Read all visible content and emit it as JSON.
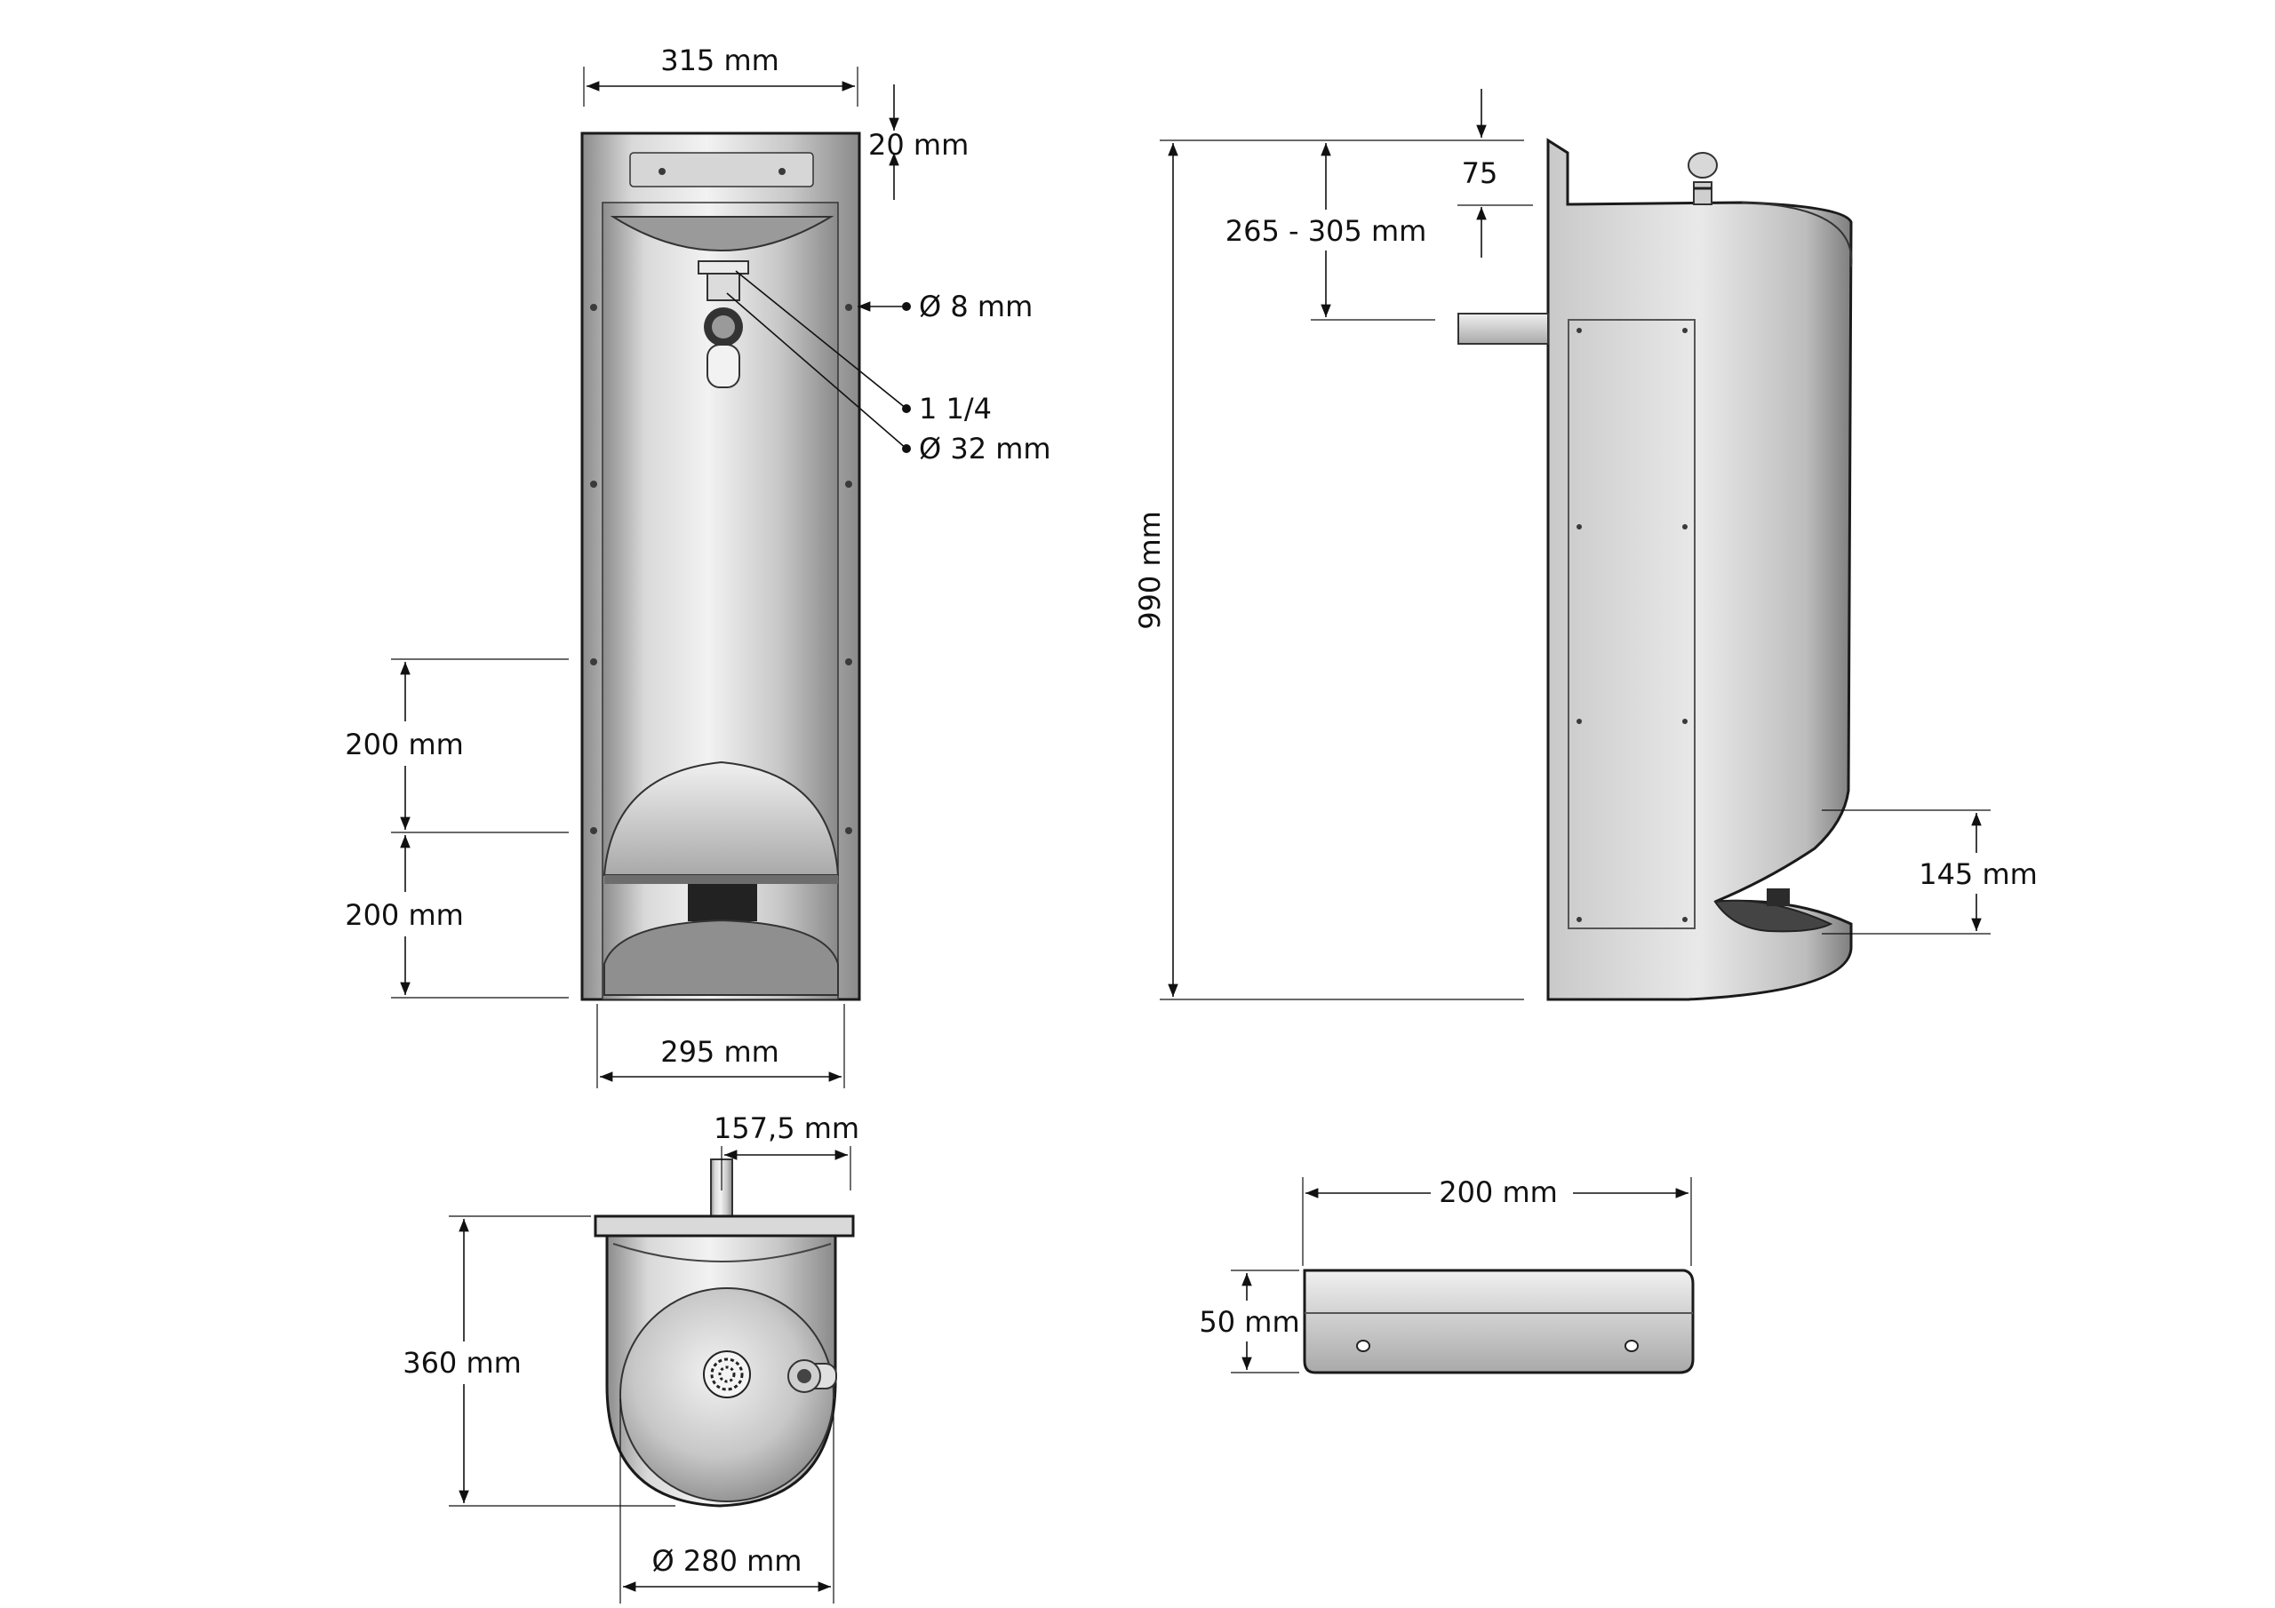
{
  "front_view": {
    "width_top": "315 mm",
    "top_thickness": "20 mm",
    "screw_hole": "Ø 8 mm",
    "thread": "1 1/4",
    "drain": "Ø 32 mm",
    "upper_height": "200 mm",
    "lower_height": "200 mm",
    "width_bottom": "295 mm"
  },
  "side_view": {
    "inlet_offset": "75",
    "inlet_height": "265 - 305 mm",
    "total_height": "990 mm",
    "pedal_height": "145 mm"
  },
  "top_view": {
    "inlet_position": "157,5 mm",
    "depth": "360 mm",
    "basin_diameter": "Ø 280 mm"
  },
  "bracket_view": {
    "width": "200 mm",
    "height": "50 mm"
  },
  "colors": {
    "steel_light": "#e6e6e6",
    "steel_mid": "#b9b9b9",
    "steel_dark": "#7d7d7d",
    "line": "#111111"
  }
}
